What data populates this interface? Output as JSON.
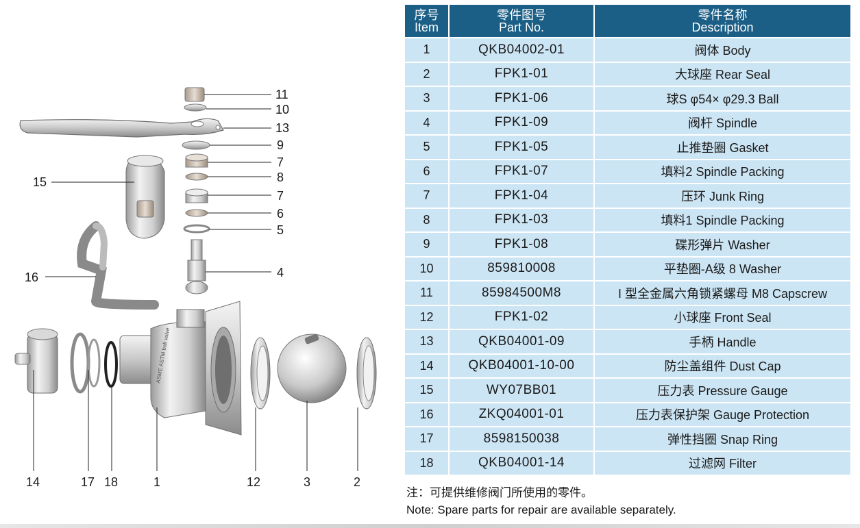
{
  "table": {
    "headers": [
      {
        "zh": "序号",
        "en": "Item"
      },
      {
        "zh": "零件图号",
        "en": "Part No."
      },
      {
        "zh": "零件名称",
        "en": "Description"
      }
    ],
    "rows": [
      {
        "item": "1",
        "part_no": "QKB04002-01",
        "description": "阀体 Body"
      },
      {
        "item": "2",
        "part_no": "FPK1-01",
        "description": "大球座 Rear Seal"
      },
      {
        "item": "3",
        "part_no": "FPK1-06",
        "description": "球S φ54× φ29.3 Ball"
      },
      {
        "item": "4",
        "part_no": "FPK1-09",
        "description": "阀杆 Spindle"
      },
      {
        "item": "5",
        "part_no": "FPK1-05",
        "description": "止推垫圈 Gasket"
      },
      {
        "item": "6",
        "part_no": "FPK1-07",
        "description": "填料2 Spindle Packing"
      },
      {
        "item": "7",
        "part_no": "FPK1-04",
        "description": "压环 Junk Ring"
      },
      {
        "item": "8",
        "part_no": "FPK1-03",
        "description": "填料1 Spindle Packing"
      },
      {
        "item": "9",
        "part_no": "FPK1-08",
        "description": "碟形弹片 Washer"
      },
      {
        "item": "10",
        "part_no": "859810008",
        "description": "平垫圈-A级 8 Washer"
      },
      {
        "item": "11",
        "part_no": "85984500M8",
        "description": "I 型全金属六角锁紧螺母 M8 Capscrew"
      },
      {
        "item": "12",
        "part_no": "FPK1-02",
        "description": "小球座 Front Seal"
      },
      {
        "item": "13",
        "part_no": "QKB04001-09",
        "description": "手柄 Handle"
      },
      {
        "item": "14",
        "part_no": "QKB04001-10-00",
        "description": "防尘盖组件 Dust Cap"
      },
      {
        "item": "15",
        "part_no": "WY07BB01",
        "description": "压力表 Pressure Gauge"
      },
      {
        "item": "16",
        "part_no": "ZKQ04001-01",
        "description": "压力表保护架 Gauge Protection"
      },
      {
        "item": "17",
        "part_no": "8598150038",
        "description": "弹性挡圈 Snap Ring"
      },
      {
        "item": "18",
        "part_no": "QKB04001-14",
        "description": "过滤网 Filter"
      }
    ]
  },
  "note": {
    "zh": "注：可提供维修阀门所使用的零件。",
    "en": "Note: Spare parts for repair are available separately."
  },
  "diagram": {
    "callouts": {
      "c11": "11",
      "c10": "10",
      "c13": "13",
      "c9": "9",
      "c7a": "7",
      "c8": "8",
      "c7b": "7",
      "c6": "6",
      "c5": "5",
      "c4": "4",
      "c15": "15",
      "c16": "16",
      "c14": "14",
      "c17": "17",
      "c18": "18",
      "c1": "1",
      "c12": "12",
      "c3": "3",
      "c2": "2"
    },
    "body_marking": "ASME ASTM ball valve"
  },
  "colors": {
    "header_bg": "#1b5e86",
    "row_bg": "#cce5f4",
    "metal_light": "#e8e8e8",
    "metal_dark": "#8a8a8a"
  }
}
